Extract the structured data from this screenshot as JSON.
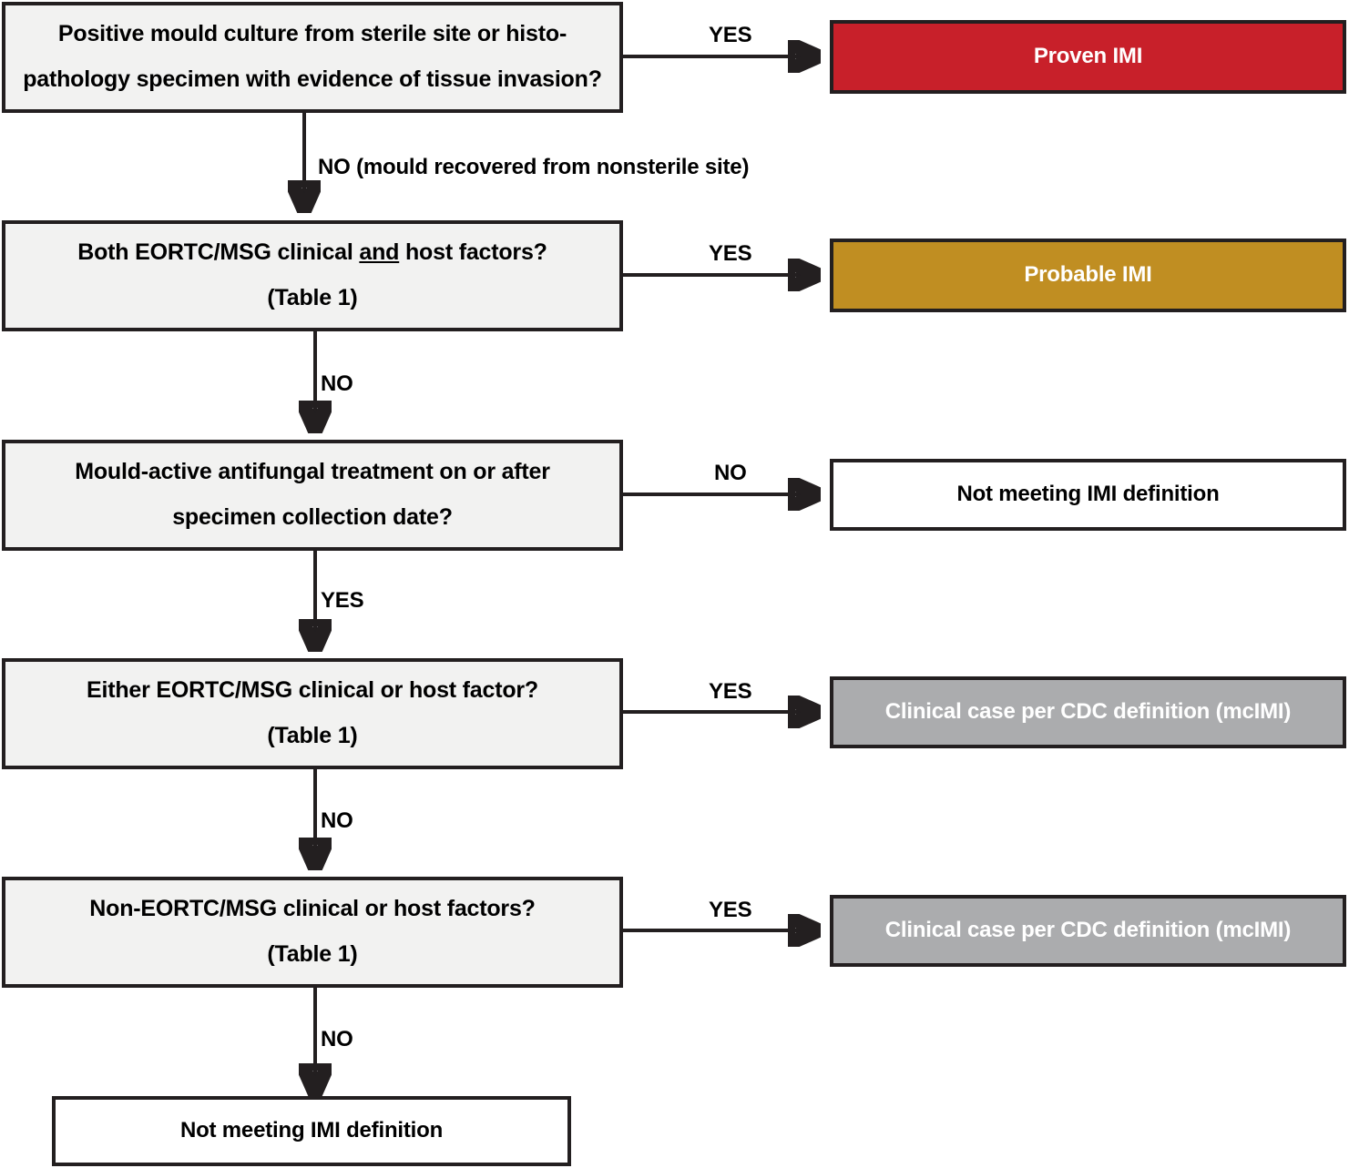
{
  "diagram": {
    "title": "IMI case definition decision tree",
    "colors": {
      "proven": "#c8202a",
      "probable": "#c08e22",
      "clinical": "#abacae",
      "decision_fill": "#f2f2f1",
      "outline": "#231f20"
    }
  },
  "nodes": {
    "q1": {
      "line1": "Positive mould culture from sterile site or histo-",
      "line2": "pathology specimen with evidence of tissue invasion?"
    },
    "q2": {
      "line1_pre": "Both EORTC/MSG clinical ",
      "line1_underline": "and",
      "line1_post": " host factors?",
      "line2": "(Table 1)"
    },
    "q3": {
      "line1": "Mould-active antifungal treatment on or after",
      "line2": "specimen collection date?"
    },
    "q4": {
      "line1": "Either EORTC/MSG clinical or host factor?",
      "line2": "(Table 1)"
    },
    "q5": {
      "line1": "Non-EORTC/MSG clinical or host factors?",
      "line2": "(Table 1)"
    },
    "proven": {
      "label": "Proven IMI"
    },
    "probable": {
      "label": "Probable IMI"
    },
    "not_meeting_1": {
      "label": "Not meeting IMI definition"
    },
    "clinical_1": {
      "label": "Clinical case per CDC definition (mcIMI)"
    },
    "clinical_2": {
      "label": "Clinical case per CDC definition (mcIMI)"
    },
    "not_meeting_2": {
      "label": "Not meeting IMI definition"
    }
  },
  "edges": {
    "q1_yes": "YES",
    "q1_no": "NO (mould recovered from nonsterile site)",
    "q2_yes": "YES",
    "q2_no": "NO",
    "q3_no": "NO",
    "q3_yes": "YES",
    "q4_yes": "YES",
    "q4_no": "NO",
    "q5_yes": "YES",
    "q5_no": "NO"
  }
}
